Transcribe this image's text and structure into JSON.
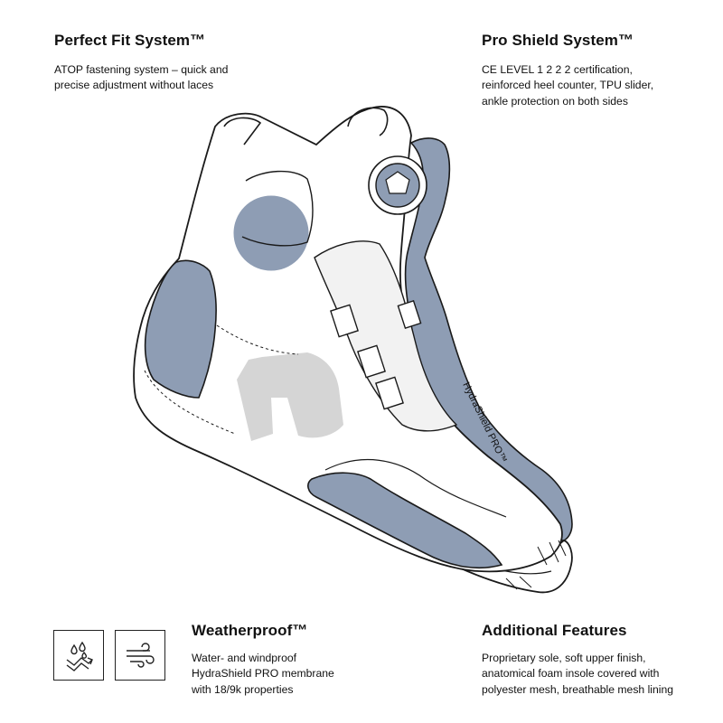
{
  "features": {
    "fit": {
      "title": "Perfect Fit System™",
      "text": "ATOP fastening system – quick and\nprecise adjustment without laces"
    },
    "shield": {
      "title": "Pro Shield System™",
      "text": "CE LEVEL 1 2 2 2 certification,\nreinforced heel counter, TPU slider,\nankle protection on both sides"
    },
    "weather": {
      "title": "Weatherproof™",
      "text": "Water- and windproof\nHydraShield PRO membrane\nwith 18/9k properties"
    },
    "additional": {
      "title": "Additional Features",
      "text": "Proprietary sole, soft upper finish,\nanatomical foam insole covered with\npolyester mesh, breathable mesh lining"
    }
  },
  "illustration": {
    "membrane_label": "HydraShield PRO™"
  },
  "icons": {
    "drops": "water-drops-icon",
    "wind": "wind-icon"
  },
  "colors": {
    "accent_blue": "#8e9db4",
    "logo_gray": "#d5d5d5",
    "outline": "#1a1a1a"
  }
}
